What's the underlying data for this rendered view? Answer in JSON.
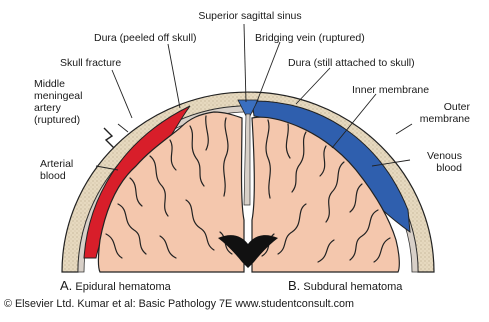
{
  "labels": {
    "superior_sagittal_sinus": "Superior sagittal sinus",
    "dura_peeled": "Dura (peeled off skull)",
    "bridging_vein": "Bridging vein (ruptured)",
    "skull_fracture": "Skull fracture",
    "dura_attached": "Dura (still attached to skull)",
    "middle_meningeal_artery": [
      "Middle",
      "meningeal",
      "artery",
      "(ruptured)"
    ],
    "inner_membrane": "Inner membrane",
    "outer_membrane": [
      "Outer",
      "membrane"
    ],
    "venous_blood": [
      "Venous",
      "blood"
    ],
    "arterial_blood": [
      "Arterial",
      "blood"
    ]
  },
  "captions": {
    "a_letter": "A.",
    "a_text": "Epidural hematoma",
    "b_letter": "B.",
    "b_text": "Subdural hematoma"
  },
  "credit": "© Elsevier Ltd. Kumar et al: Basic Pathology 7E www.studentconsult.com",
  "colors": {
    "skull": "#e6d9bf",
    "skull_stipple": "#b8a88a",
    "dura": "#d8d0c8",
    "brain": "#f4c7ad",
    "brain_outline": "#222222",
    "arterial_blood": "#d81e2a",
    "venous_blood": "#2f5fae",
    "sinus": "#3a6fc0"
  }
}
